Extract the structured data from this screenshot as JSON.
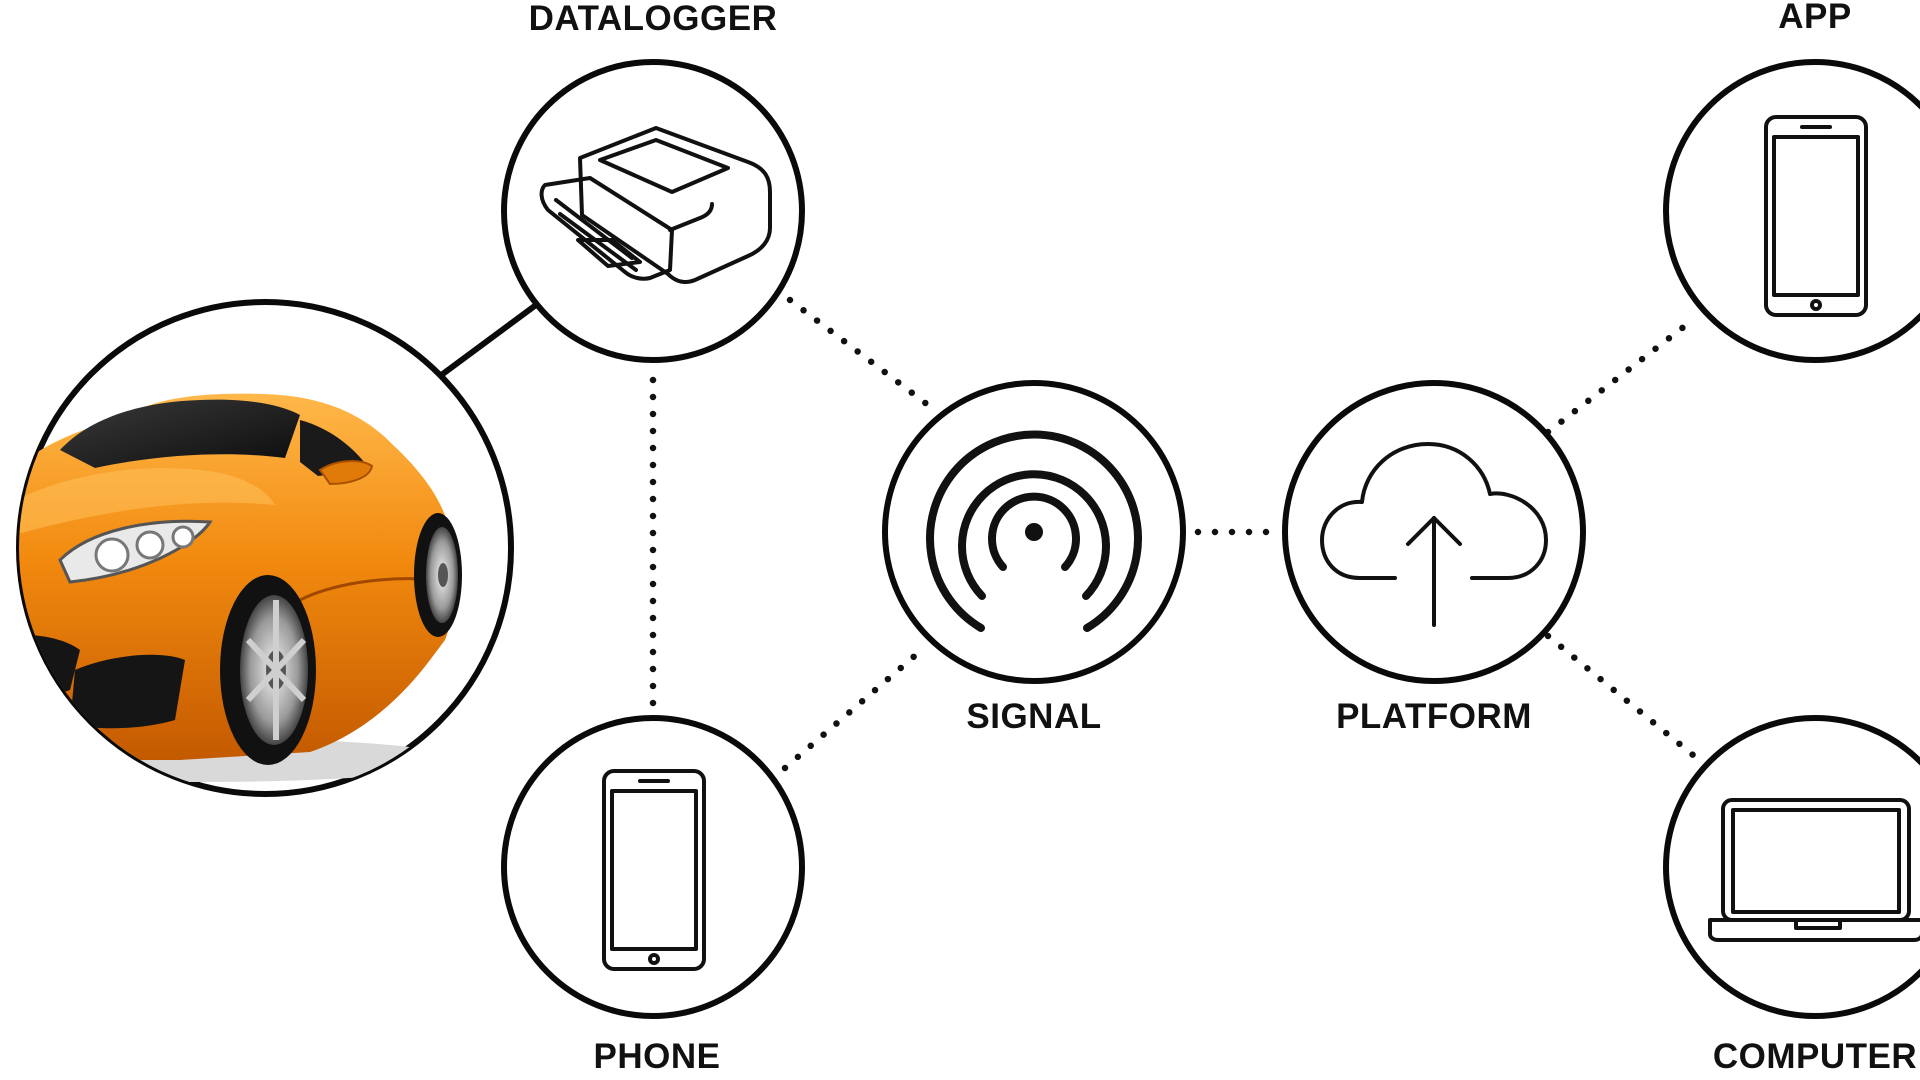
{
  "nodes": {
    "datalogger": {
      "label": "DATALOGGER",
      "icon": "obd-dongle-icon"
    },
    "phone": {
      "label": "PHONE",
      "icon": "smartphone-icon"
    },
    "signal": {
      "label": "SIGNAL",
      "icon": "wireless-signal-icon"
    },
    "platform": {
      "label": "PLATFORM",
      "icon": "cloud-upload-icon"
    },
    "app": {
      "label": "APP",
      "icon": "smartphone-icon"
    },
    "computer": {
      "label": "COMPUTER",
      "icon": "laptop-icon"
    },
    "car": {
      "icon": "sports-car-image",
      "color": "#F28A0F"
    }
  },
  "connections": [
    {
      "from": "car",
      "to": "datalogger",
      "style": "solid"
    },
    {
      "from": "datalogger",
      "to": "phone",
      "style": "dotted"
    },
    {
      "from": "datalogger",
      "to": "signal",
      "style": "dotted"
    },
    {
      "from": "phone",
      "to": "signal",
      "style": "dotted"
    },
    {
      "from": "signal",
      "to": "platform",
      "style": "dotted"
    },
    {
      "from": "platform",
      "to": "app",
      "style": "dotted"
    },
    {
      "from": "platform",
      "to": "computer",
      "style": "dotted"
    }
  ],
  "colors": {
    "line": "#111111",
    "background": "#FFFFFF",
    "car_body": "#F28A0F"
  }
}
